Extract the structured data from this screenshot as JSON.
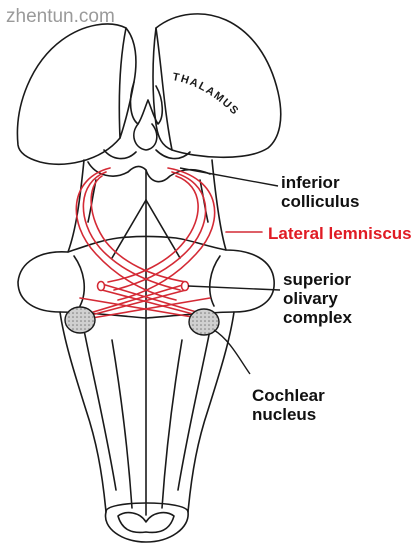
{
  "watermark": "zhentun.com",
  "structure_label": "THALAMUS",
  "labels": {
    "inferior_colliculus": [
      "inferior",
      "colliculus"
    ],
    "lateral_lemniscus": "Lateral lemniscus",
    "superior_olivary_complex": [
      "superior",
      "olivary",
      "complex"
    ],
    "cochlear_nucleus": [
      "Cochlear",
      "nucleus"
    ]
  },
  "colors": {
    "outline": "#1a1a1a",
    "pathway": "#d42a35",
    "lateral_lemniscus_text": "#e01b24",
    "nucleus_fill": "#c8c8c8",
    "watermark": "#9a9a9a"
  }
}
